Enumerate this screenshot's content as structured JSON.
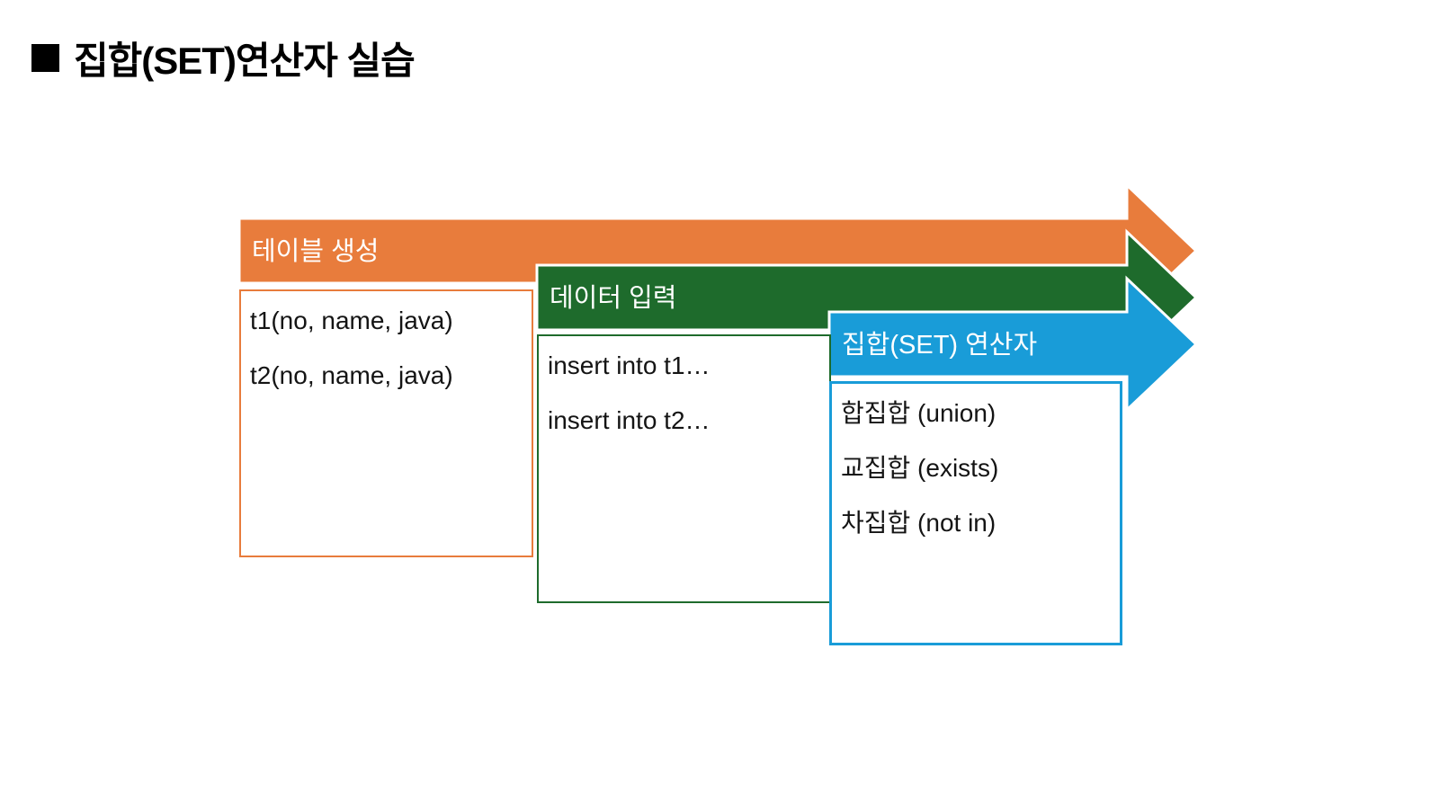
{
  "title": {
    "bullet_icon": "black-square",
    "text": "집합(SET)연산자 실습"
  },
  "colors": {
    "orange": "#e87c3c",
    "green": "#1e6b2c",
    "blue": "#199cd8",
    "banner_text": "#ffffff",
    "body_text": "#141414",
    "arrow_outline": "#ffffff"
  },
  "steps": [
    {
      "label": "테이블 생성",
      "color": "#e87c3c",
      "items": [
        "t1(no, name, java)",
        "t2(no, name, java)"
      ]
    },
    {
      "label": "데이터 입력",
      "color": "#1e6b2c",
      "items": [
        "insert into t1…",
        "insert into t2…"
      ]
    },
    {
      "label": "집합(SET) 연산자",
      "color": "#199cd8",
      "items": [
        "합집합 (union)",
        "교집합 (exists)",
        "차집합 (not in)"
      ]
    }
  ]
}
